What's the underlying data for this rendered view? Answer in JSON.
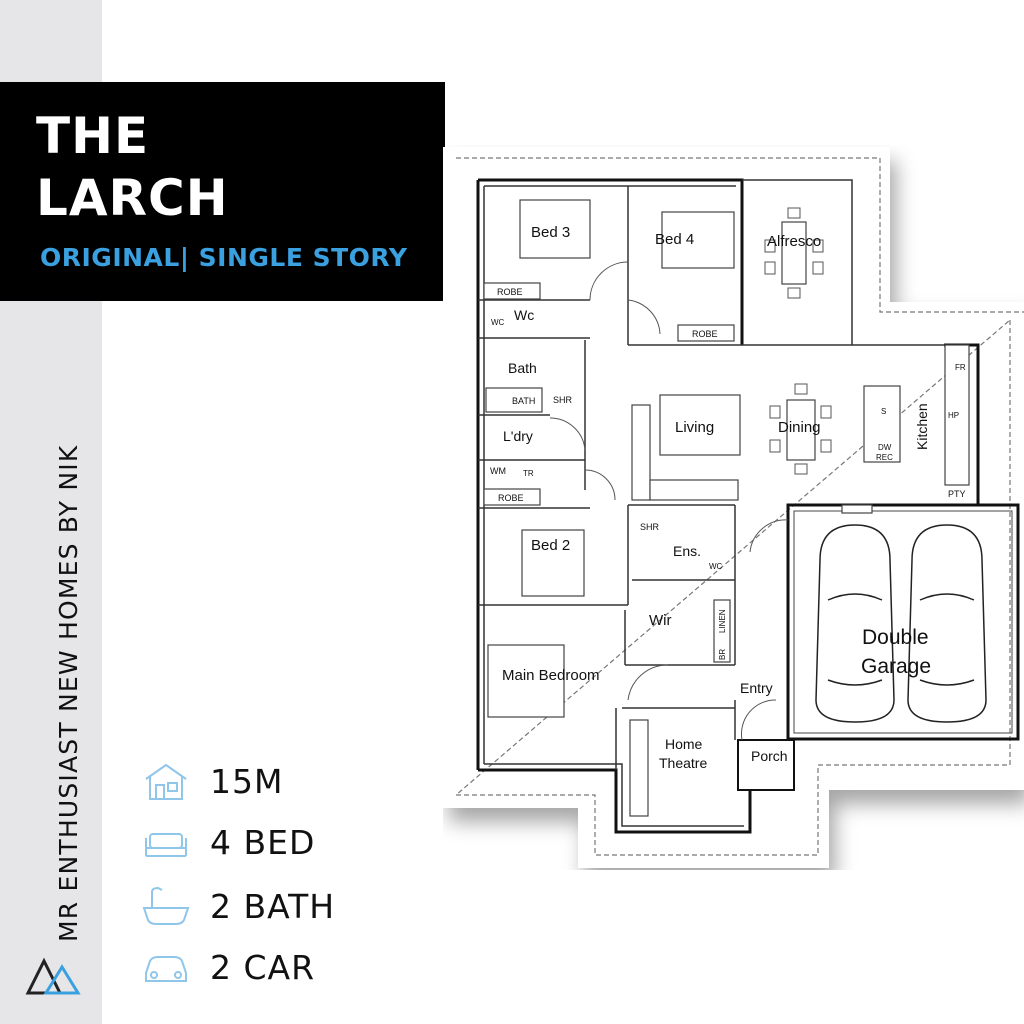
{
  "brand": {
    "title_line1": "THE",
    "title_line2": "LARCH",
    "subtitle": "ORIGINAL| SINGLE STORY",
    "vertical_text": "MR ENTHUSIAST NEW HOMES BY NIK",
    "accent_color": "#3aa0e0"
  },
  "rooms": {
    "bed3": "Bed 3",
    "bed4": "Bed 4",
    "alfresco": "Alfresco",
    "robe1": "ROBE",
    "robe2": "ROBE",
    "robe3": "ROBE",
    "wc_label": "Wc",
    "wc1": "WC",
    "bath": "Bath",
    "bath_tub": "BATH",
    "shr1": "SHR",
    "ldry": "L'dry",
    "wm": "WM",
    "tr": "TR",
    "living": "Living",
    "dining": "Dining",
    "kitchen": "Kitchen",
    "fr": "FR",
    "hp": "HP",
    "s": "S",
    "dw": "DW",
    "rec": "REC",
    "pty": "PTY",
    "bed2": "Bed 2",
    "shr2": "SHR",
    "ens": "Ens.",
    "wc2": "WC",
    "wir": "Wir",
    "linen": "LINEN",
    "br": "BR",
    "main_bedroom": "Main Bedroom",
    "entry": "Entry",
    "home": "Home",
    "theatre": "Theatre",
    "porch": "Porch",
    "double": "Double",
    "garage": "Garage"
  },
  "stats": [
    {
      "icon": "house-width-icon",
      "text": "15M"
    },
    {
      "icon": "bed-icon",
      "text": "4 BED"
    },
    {
      "icon": "bathtub-icon",
      "text": "2 BATH"
    },
    {
      "icon": "car-icon",
      "text": "2 CAR"
    }
  ]
}
